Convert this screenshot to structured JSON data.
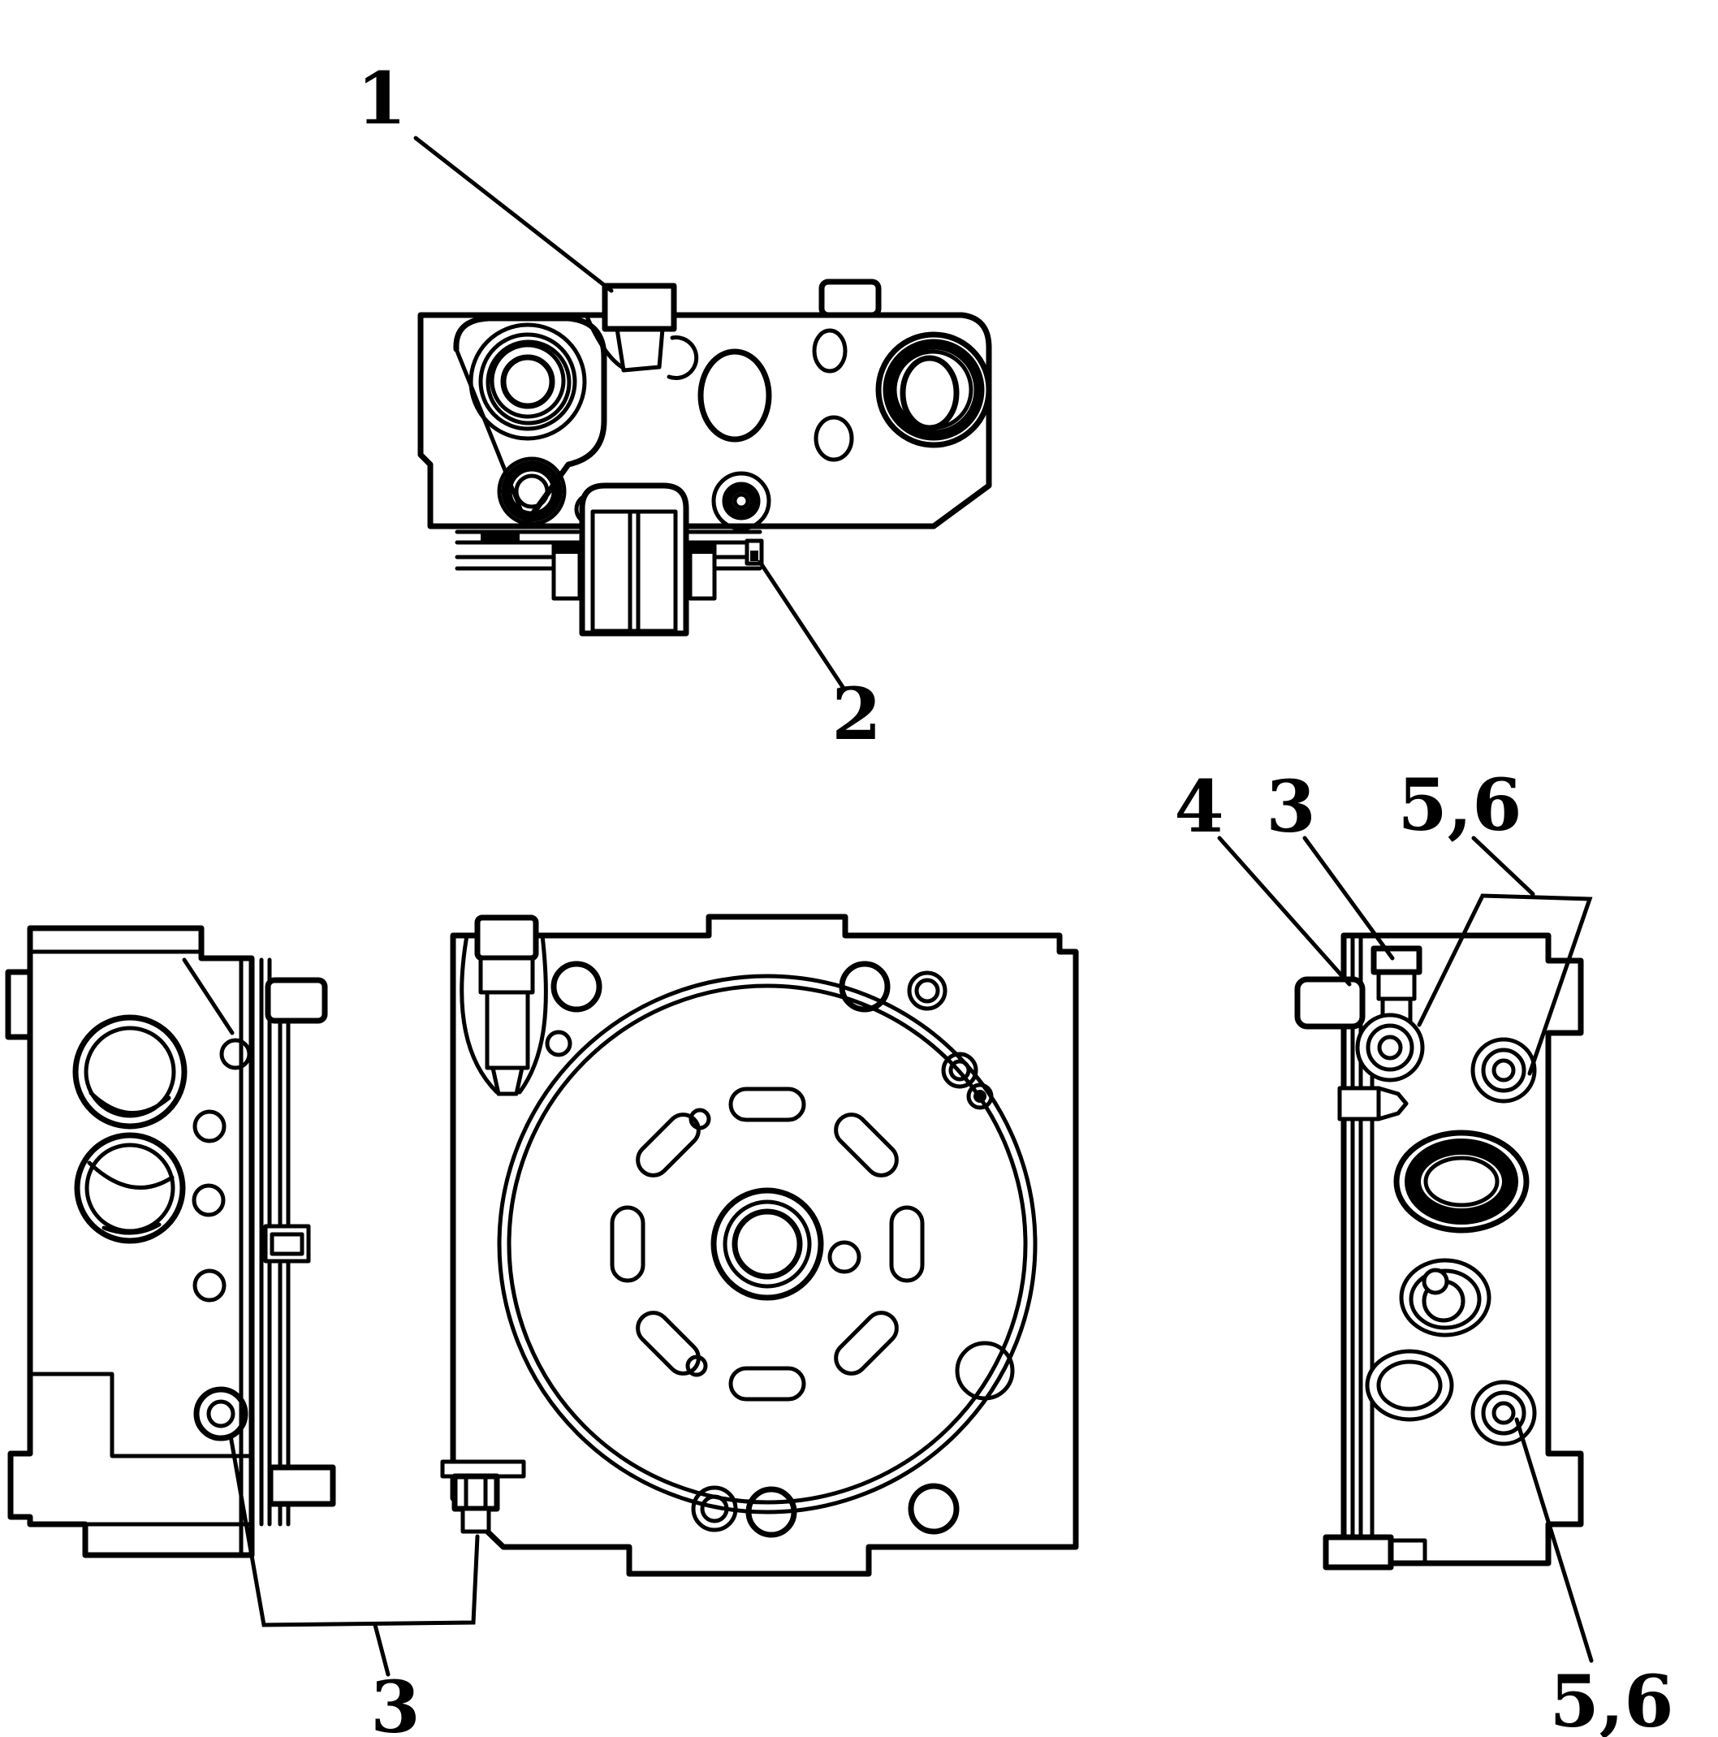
{
  "diagram": {
    "colors": {
      "background": "#ffffff",
      "line": "#000000",
      "label": "#000000"
    },
    "callouts": {
      "c1": "1",
      "c2": "2",
      "c3_top": "3",
      "c3_bottom": "3",
      "c4": "4",
      "c56_top": "5,6",
      "c56_bottom": "5,6"
    }
  }
}
